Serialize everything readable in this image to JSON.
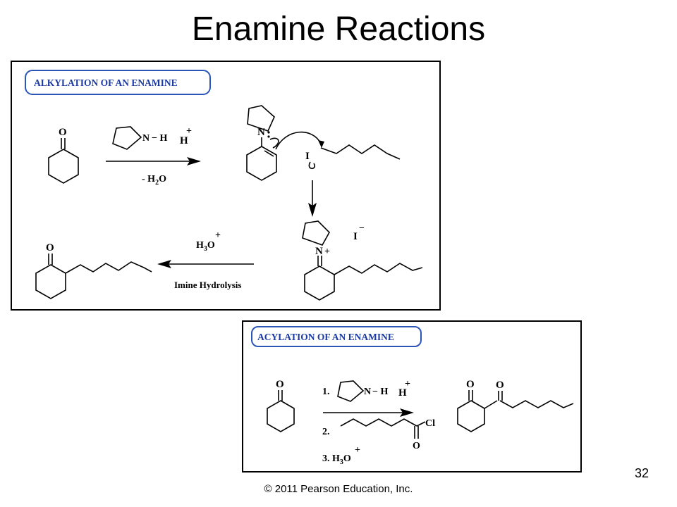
{
  "slide": {
    "title": "Enamine Reactions",
    "page_number": "32",
    "copyright": "© 2011 Pearson Education, Inc."
  },
  "alkylation_panel": {
    "heading": "ALKYLATION OF AN ENAMINE",
    "atom_O": "O",
    "amine_label": "N",
    "amine_h": "− H",
    "acid": "H",
    "plus": "+",
    "condition_below": "- H",
    "condition_sub": "2",
    "condition_o": "O",
    "enamine_n": "N",
    "iodide": "I",
    "iminium_n": "N",
    "iminium_plus": "+",
    "counter_ion": "I",
    "counter_charge": "−",
    "hydronium": "H",
    "hydronium_sub": "3",
    "hydronium_o": "O",
    "step_label": "Imine Hydrolysis",
    "product_O": "O"
  },
  "acylation_panel": {
    "heading": "ACYLATION OF AN ENAMINE",
    "atom_O": "O",
    "step1": "1.",
    "amine_label": "N",
    "amine_h": "− H",
    "acid": "H",
    "plus": "+",
    "step2": "2.",
    "acyl_cl": "Cl",
    "acyl_o": "O",
    "step3": "3. H",
    "step3_sub": "3",
    "step3_o": "O",
    "product_O1": "O",
    "product_O2": "O"
  }
}
